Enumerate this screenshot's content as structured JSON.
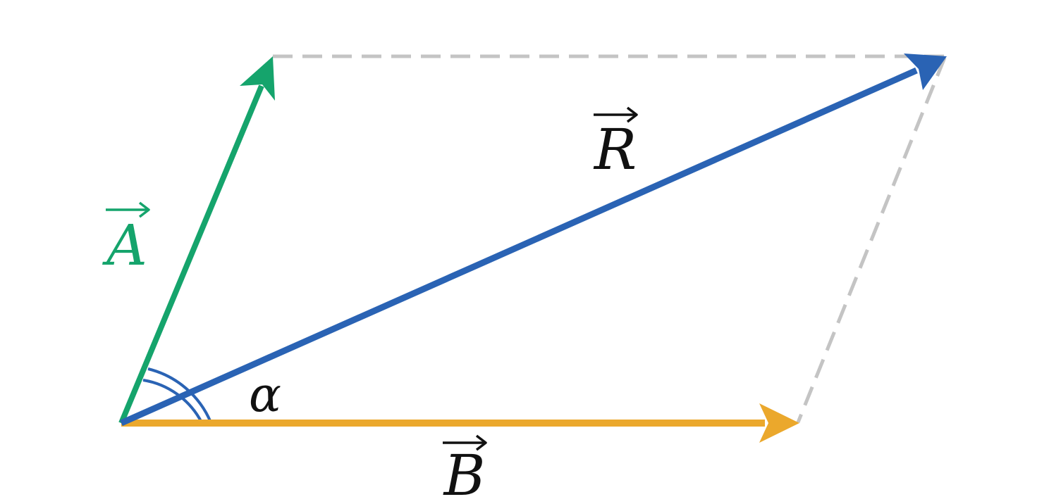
{
  "diagram": {
    "vectors": {
      "a": {
        "label": "A",
        "color": "#15A46C"
      },
      "b": {
        "label": "B",
        "color": "#EBA82C"
      },
      "r": {
        "label": "R",
        "color": "#2A63B4"
      }
    },
    "angle": {
      "label": "α",
      "color": "#2A63B4"
    },
    "guide_color": "#C4C4C4",
    "text_color": "#111111"
  }
}
